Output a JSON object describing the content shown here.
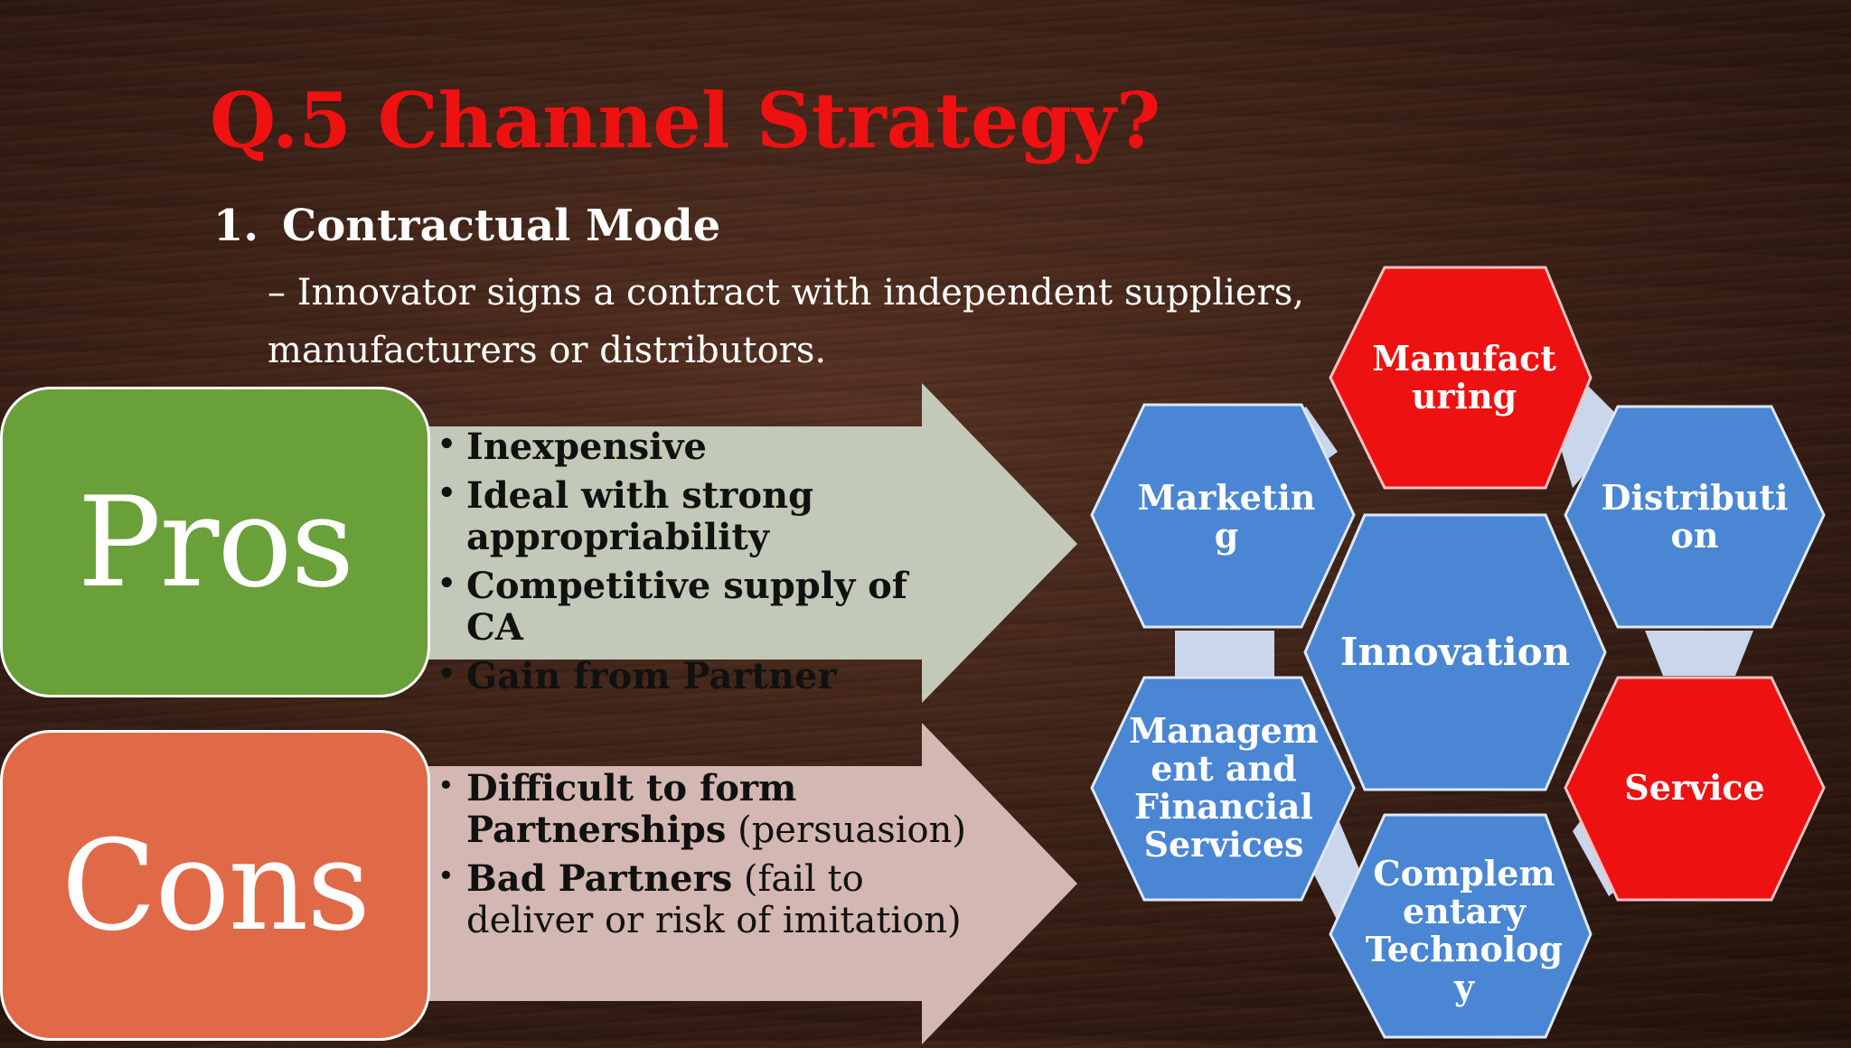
{
  "slide": {
    "title": "Q.5 Channel Strategy?",
    "item": {
      "number": "1.",
      "heading": "Contractual Mode",
      "description_line1": "– Innovator signs a contract with independent suppliers,",
      "description_line2": "manufacturers or distributors."
    },
    "pros": {
      "label": "Pros",
      "bullets": [
        "Inexpensive",
        "Ideal with strong appropriability",
        "Competitive supply of CA",
        "Gain from Partner"
      ]
    },
    "cons": {
      "label": "Cons",
      "bullet1_bold": "Difficult to form Partnerships",
      "bullet1_rest": " (persuasion)",
      "bullet2_bold": "Bad Partners",
      "bullet2_rest": " (fail to deliver or risk of imitation)"
    },
    "hexagons": {
      "center": "Innovation",
      "manufacturing": "Manufact uring",
      "distribution": "Distributi on",
      "service": "Service",
      "complementary": "Complem entary Technolog y",
      "management": "Managem ent and Financial Services",
      "marketing": "Marketin g"
    },
    "colors": {
      "title": "#ee1111",
      "pros": "#69a03a",
      "cons": "#e06a48",
      "hex_blue": "#4a86d4",
      "hex_red": "#ee1111",
      "connector": "#c9d6ec"
    }
  }
}
